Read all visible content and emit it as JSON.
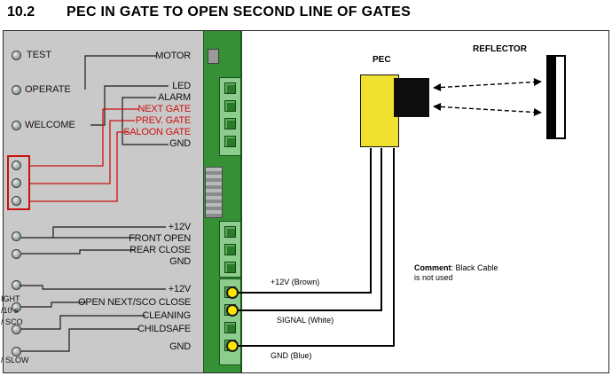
{
  "header": {
    "section": "10.2",
    "title": "PEC IN GATE TO OPEN SECOND LINE OF GATES"
  },
  "panel": {
    "led_labels": [
      "TEST",
      "OPERATE",
      "WELCOME"
    ],
    "edge_labels": [
      "IGHT",
      "/10 s",
      "/ SCO",
      "/ SLOW"
    ],
    "terminals": [
      {
        "text": "MOTOR",
        "red": false
      },
      {
        "text": "LED",
        "red": false
      },
      {
        "text": "ALARM",
        "red": false
      },
      {
        "text": "NEXT GATE",
        "red": true
      },
      {
        "text": "PREV. GATE",
        "red": true
      },
      {
        "text": "SALOON GATE",
        "red": true
      },
      {
        "text": "GND",
        "red": false
      },
      {
        "text": "+12V",
        "red": false
      },
      {
        "text": "FRONT OPEN",
        "red": false
      },
      {
        "text": "REAR CLOSE",
        "red": false
      },
      {
        "text": "GND",
        "red": false
      },
      {
        "text": "+12V",
        "red": false
      },
      {
        "text": "OPEN NEXT/SCO CLOSE",
        "red": false
      },
      {
        "text": "CLEANING",
        "red": false
      },
      {
        "text": "CHILDSAFE",
        "red": false
      },
      {
        "text": "GND",
        "red": false
      }
    ]
  },
  "devices": {
    "pec_label": "PEC",
    "reflector_label": "REFLECTOR"
  },
  "wires": [
    {
      "label": "+12V (Brown)"
    },
    {
      "label": "SIGNAL (White)"
    },
    {
      "label": "GND (Blue)"
    }
  ],
  "comment": {
    "bold": "Comment",
    "line1_rest": ": Black Cable",
    "line2": "is not used"
  },
  "colors": {
    "accent_red": "#cc1111",
    "pcb_green": "#369136",
    "terminal_green": "#8ccc8c",
    "sensor_yellow": "#f0e130",
    "panel_gray": "#c9c9c9"
  }
}
